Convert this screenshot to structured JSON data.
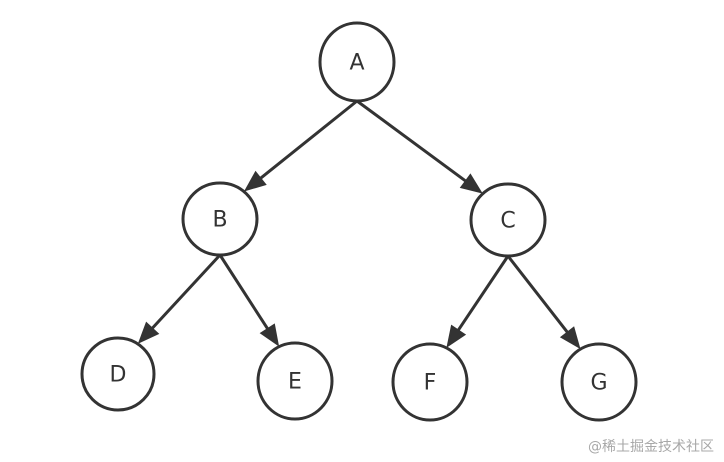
{
  "diagram": {
    "type": "binary-tree",
    "colors": {
      "stroke": "#333333",
      "fill": "#ffffff",
      "text": "#333333",
      "watermark": "#a8a8a8"
    },
    "nodes": [
      {
        "id": "A",
        "label": "A"
      },
      {
        "id": "B",
        "label": "B"
      },
      {
        "id": "C",
        "label": "C"
      },
      {
        "id": "D",
        "label": "D"
      },
      {
        "id": "E",
        "label": "E"
      },
      {
        "id": "F",
        "label": "F"
      },
      {
        "id": "G",
        "label": "G"
      }
    ],
    "edges": [
      {
        "from": "A",
        "to": "B"
      },
      {
        "from": "A",
        "to": "C"
      },
      {
        "from": "B",
        "to": "D"
      },
      {
        "from": "B",
        "to": "E"
      },
      {
        "from": "C",
        "to": "F"
      },
      {
        "from": "C",
        "to": "G"
      }
    ]
  },
  "watermark": {
    "text": "@稀土掘金技术社区"
  }
}
